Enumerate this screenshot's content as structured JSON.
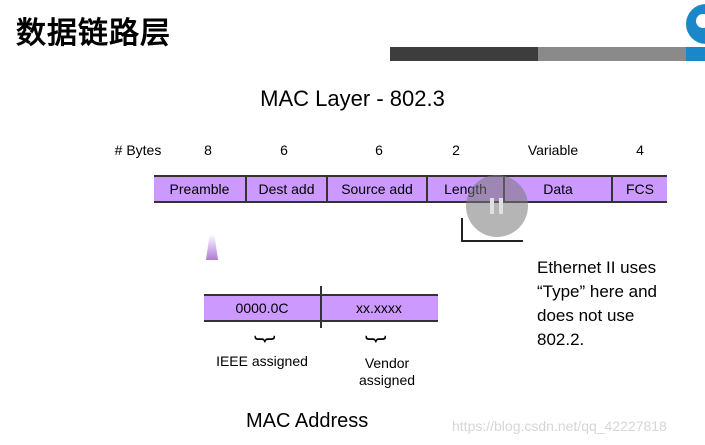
{
  "slide": {
    "title": "数据链路层"
  },
  "diagram": {
    "title": "MAC Layer - 802.3",
    "bytes_header_label": "# Bytes",
    "fields": [
      {
        "name": "Preamble",
        "bytes": "8"
      },
      {
        "name": "Dest add",
        "bytes": "6"
      },
      {
        "name": "Source add",
        "bytes": "6"
      },
      {
        "name": "Length",
        "bytes": "2"
      },
      {
        "name": "Data",
        "bytes": "Variable"
      },
      {
        "name": "FCS",
        "bytes": "4"
      }
    ],
    "note_lines": [
      "Ethernet II uses",
      "“Type” here and",
      "does not use",
      "802.2."
    ]
  },
  "mac_address": {
    "parts": [
      "0000.0C",
      "xx.xxxx"
    ],
    "labels": [
      "IEEE assigned",
      "Vendor",
      "assigned"
    ],
    "caption": "MAC Address"
  },
  "watermark": "https://blog.csdn.net/qq_42227818",
  "colors": {
    "field_fill": "#cc99ff",
    "bar_dark": "#3d3d3d",
    "bar_grey": "#8a8a8a",
    "accent_blue": "#1a87c8"
  },
  "icons": {
    "logo": "circle-logo-icon",
    "media_control": "pause-icon"
  }
}
